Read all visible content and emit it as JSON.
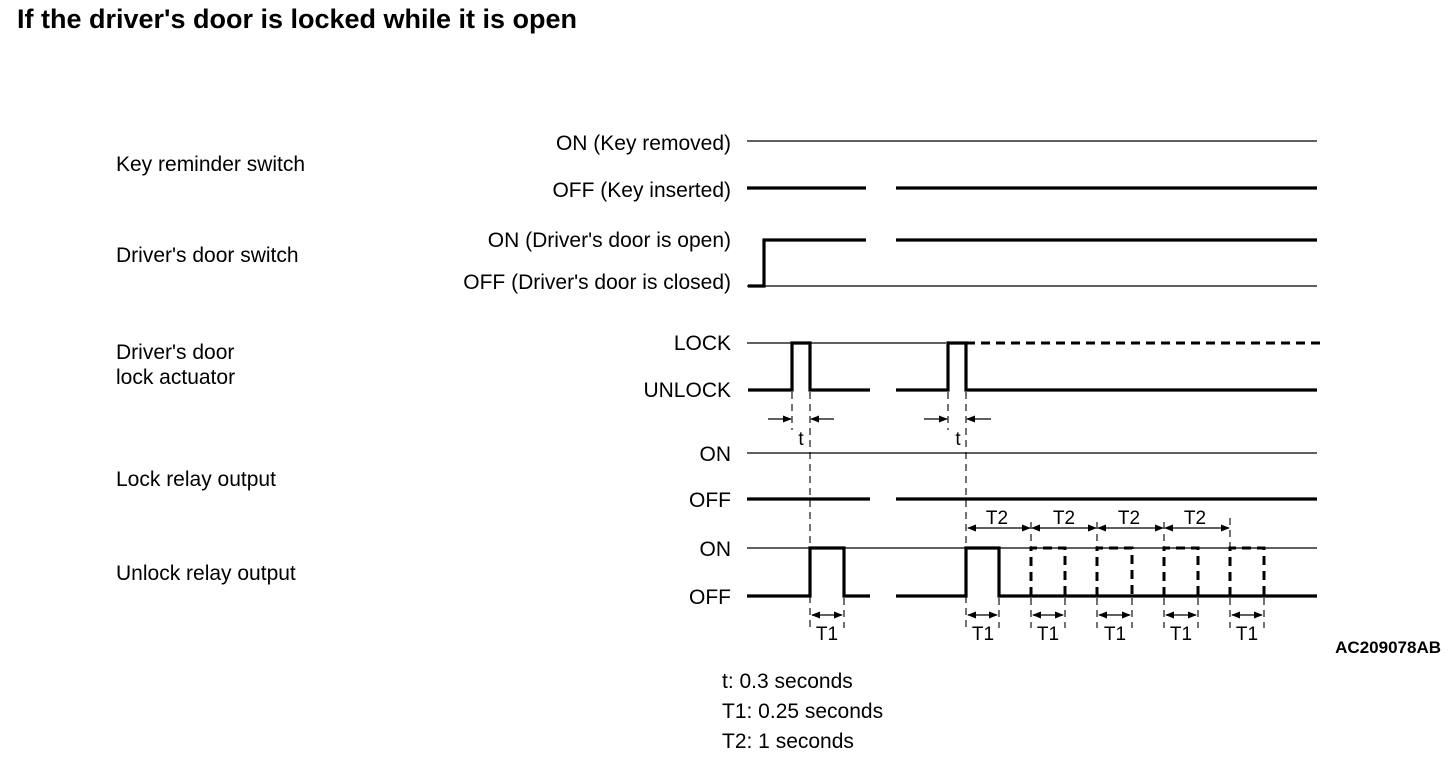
{
  "title": "If the driver's door is locked while it is open",
  "figure_id": "AC209078AB",
  "signals": [
    {
      "name": "Key reminder switch",
      "levels": [
        "ON (Key removed)",
        "OFF (Key inserted)"
      ]
    },
    {
      "name": "Driver's door switch",
      "levels": [
        "ON (Driver's door  is open)",
        "OFF (Driver's door is closed)"
      ]
    },
    {
      "name_lines": [
        "Driver's door",
        "lock actuator"
      ],
      "levels": [
        "LOCK",
        "UNLOCK"
      ]
    },
    {
      "name": "Lock relay output",
      "levels": [
        "ON",
        "OFF"
      ]
    },
    {
      "name": "Unlock relay output",
      "levels": [
        "ON",
        "OFF"
      ]
    }
  ],
  "timing_marks": {
    "t": "t",
    "T1": "T1",
    "T2": "T2"
  },
  "legend": [
    "t: 0.3 seconds",
    "T1: 0.25 seconds",
    "T2: 1 seconds"
  ]
}
